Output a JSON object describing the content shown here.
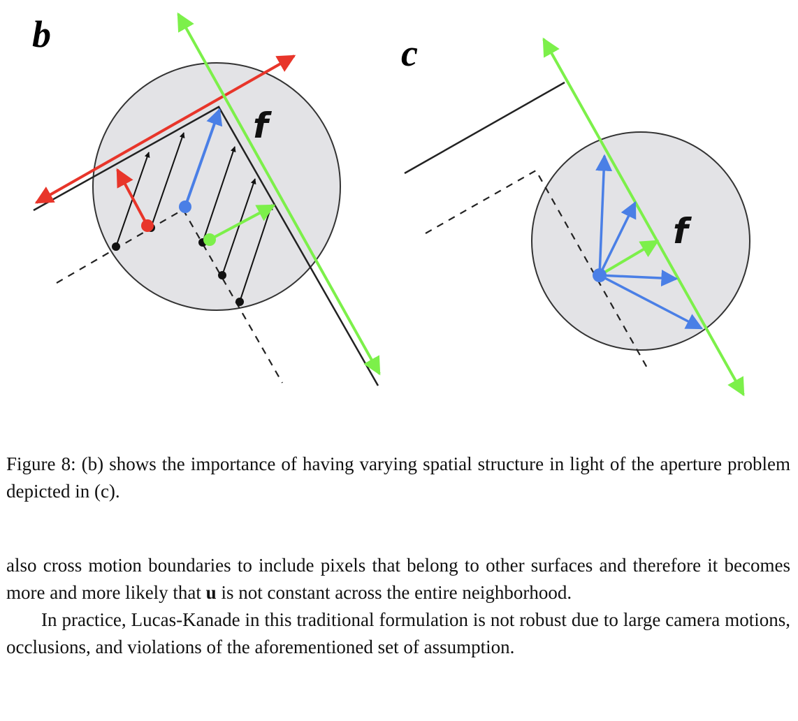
{
  "figure": {
    "panel_b_label": "b",
    "panel_c_label": "c",
    "f_label": "f",
    "colors": {
      "red": "#e8352a",
      "green": "#7cf04a",
      "blue": "#4a7fe6",
      "circle_fill": "#e3e3e6",
      "stroke": "#333333"
    }
  },
  "caption": "Figure 8: (b) shows the importance of having varying spatial structure in light of the aperture problem depicted in (c).",
  "body": {
    "p1_before": "also cross motion boundaries to include pixels that belong to other surfaces and therefore it becomes more and more likely that ",
    "p1_bold": "u",
    "p1_after": " is not constant across the entire neighborhood.",
    "p2": "In practice, Lucas-Kanade in this traditional formulation is not robust due to large camera motions, occlusions, and violations of the aforementioned set of assumption."
  }
}
